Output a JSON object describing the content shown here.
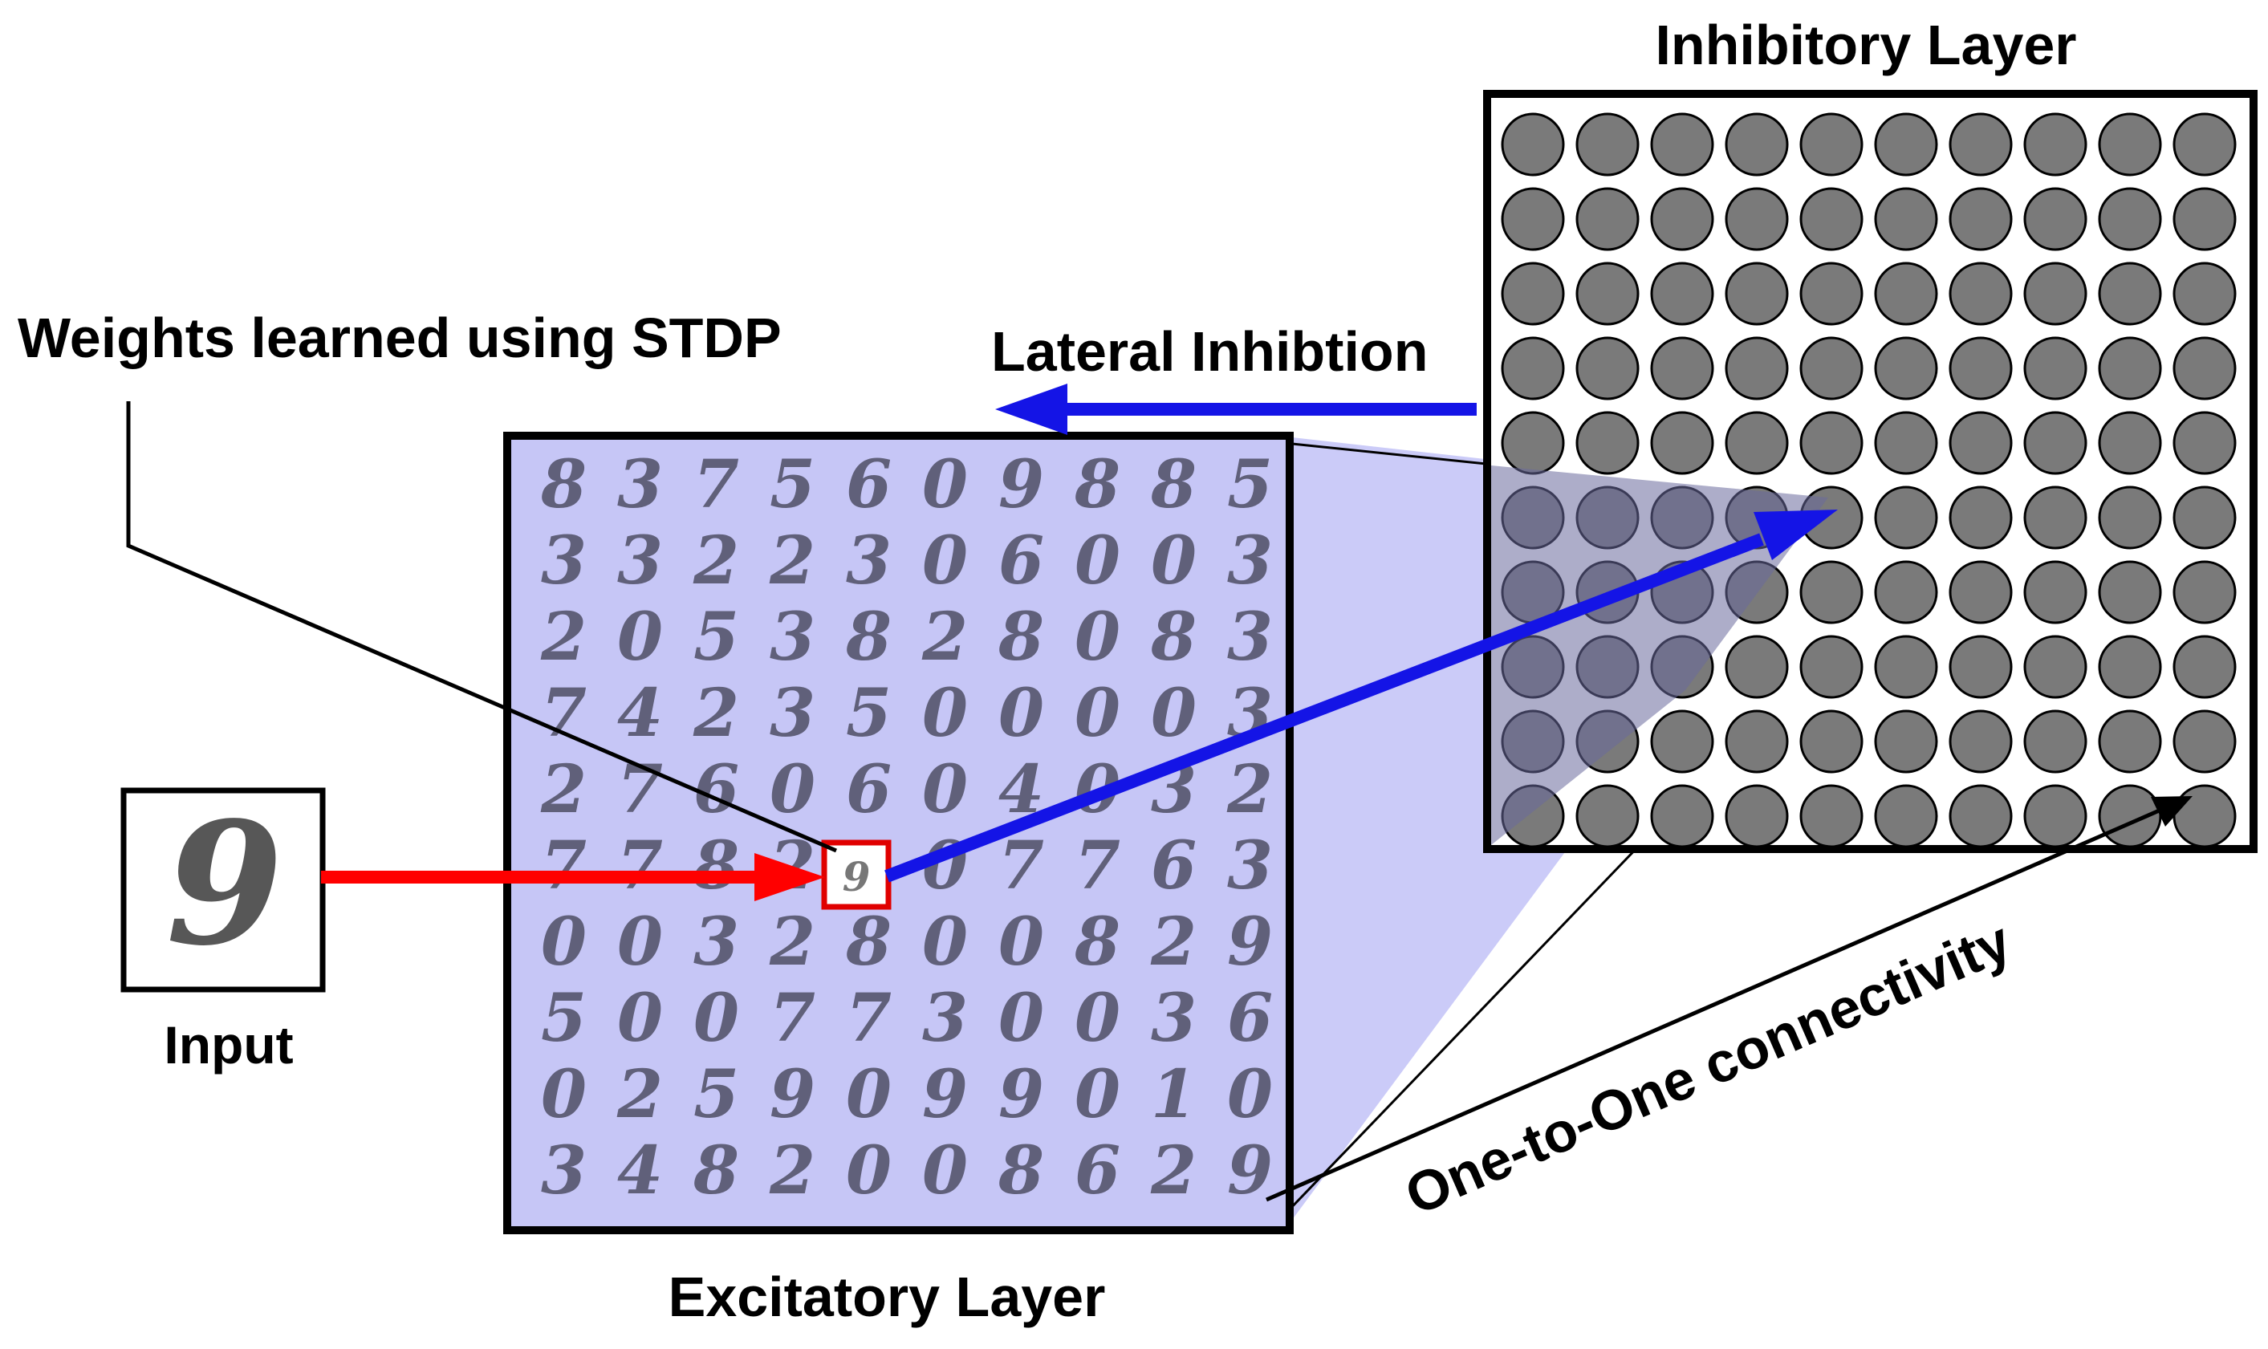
{
  "labels": {
    "inhibitory_layer": "Inhibitory Layer",
    "weights_learned": "Weights learned using STDP",
    "lateral_inhibition": "Lateral Inhibtion",
    "input": "Input",
    "excitatory_layer": "Excitatory Layer",
    "one_to_one": "One-to-One connectivity"
  },
  "input_digit": "9",
  "selected_weight": {
    "digit": "9",
    "row": 5,
    "col": 4
  },
  "excitatory_grid": {
    "rows": [
      "8375609885",
      "3322306003",
      "2053828083",
      "7423500003",
      "2760604032",
      "7782907763",
      "0032800829",
      "5007730036",
      "0259099010",
      "3482008629"
    ]
  },
  "inhibitory_grid": {
    "rows": 10,
    "cols": 10
  },
  "colors": {
    "excitatory_fill": "#c6c6f6",
    "neuron_fill": "#7a7a7a",
    "neuron_overlay": "#6a6a9c",
    "lateral_arrow": "#1414e6",
    "input_arrow": "#ff0000",
    "selection_box": "#e00000",
    "projection_fill": "#c8c8f8"
  }
}
